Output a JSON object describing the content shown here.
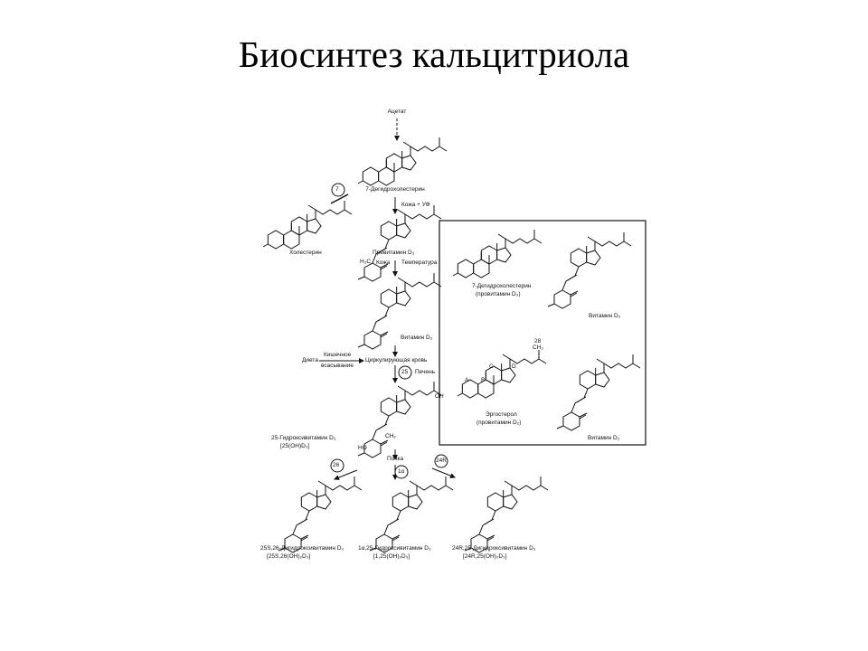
{
  "title": "Биосинтез кальцитриола",
  "diagram": {
    "acetate": "Ацетат",
    "dehydrocholesterol": "7-Дегидрохолестерин",
    "enzyme_7": "7",
    "skin_uv": "Кожа + УФ",
    "cholesterol": "Холестерин",
    "previtamin": "Превитамин D₃",
    "h3c": "H₃C",
    "skin_temp_a": "Кожа",
    "skin_temp_b": "Температура",
    "vitamin_d3": "Витамин D₃",
    "diet": "Диета",
    "intestinal_a": "Кишечное",
    "intestinal_b": "всасывание",
    "blood": "Циркулирующая кровь",
    "enzyme_25": "25",
    "liver": "Печень",
    "hydroxy_name": "25-Гидроксивитамин D₃",
    "hydroxy_abbr": "[25(OH)D₃]",
    "kidney": "Почка",
    "enzyme_26": "26",
    "enzyme_1a": "1α",
    "enzyme_24r": "24R",
    "ho": "HO",
    "oh": "OH",
    "ch2": "CH₂",
    "products": [
      {
        "name": "25S,26-Дигидроксивитамин D₃",
        "abbr": "[25S,26(OH)₂D₃]"
      },
      {
        "name": "1α,25-Гидроксивитамин D₃",
        "abbr": "[1,25(OH)₂D₃]"
      },
      {
        "name": "24R,25-Дигидроксивитамин D₃",
        "abbr": "[24R,25(OH)₂D₃]"
      }
    ],
    "inset": {
      "dhc_name": "7-Дегидрохолестерин",
      "dhc_sub": "(провитамин D₃)",
      "vit_d3": "Витамин D₃",
      "ergosterol": "Эргостерол",
      "ergo_sub": "(провитамин D₂)",
      "vit_d2": "Витамин D₂",
      "ch3": "CH₃",
      "c28": "28",
      "ring_a": "A",
      "ring_b": "B",
      "ring_c": "C",
      "ring_d": "D"
    }
  }
}
